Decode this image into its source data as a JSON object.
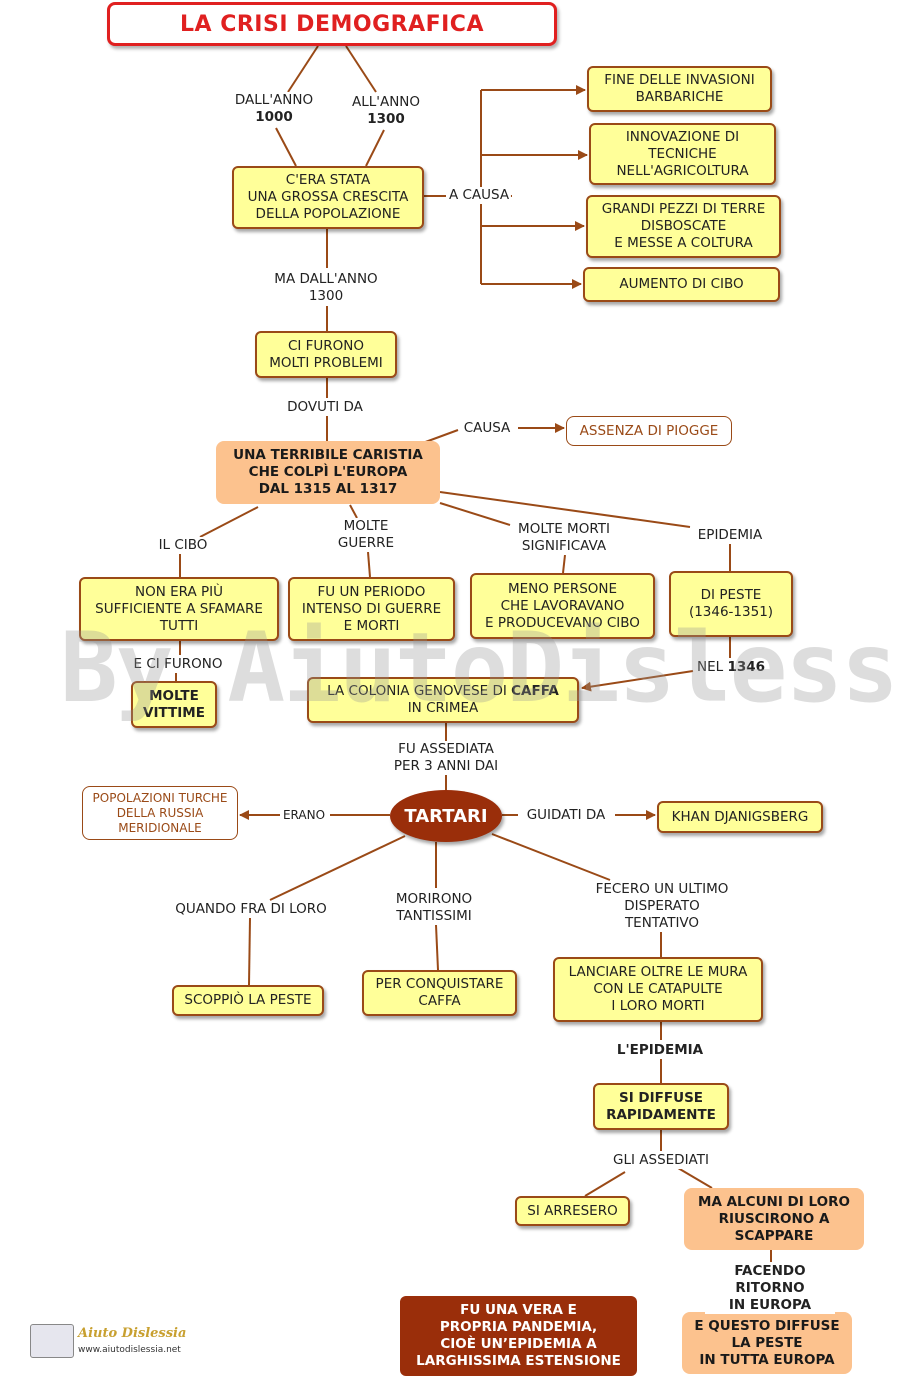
{
  "title": "LA CRISI DEMOGRAFICA",
  "nodes": {
    "crescita": "C'ERA STATA\nUNA GROSSA CRESCITA\nDELLA POPOLAZIONE",
    "invasioni": "FINE DELLE INVASIONI\nBARBARICHE",
    "innovazione": "INNOVAZIONE DI\nTECNICHE\nNELL'AGRICOLTURA",
    "terre": "GRANDI PEZZI DI TERRE\nDISBOSCATE\nE MESSE A COLTURA",
    "cibo": "AUMENTO DI CIBO",
    "problemi": "CI FURONO\nMOLTI PROBLEMI",
    "carestia": "UNA TERRIBILE CARISTIA\nCHE COLPÌ L'EUROPA\nDAL 1315 AL 1317",
    "piogge": "ASSENZA DI PIOGGE",
    "sfamare": "NON ERA PIÙ\nSUFFICIENTE A SFAMARE\nTUTTI",
    "guerre": "FU UN PERIODO\nINTENSO DI GUERRE\nE MORTI",
    "persone": "MENO PERSONE\nCHE LAVORAVANO\nE PRODUCEVANO CIBO",
    "peste_date": "DI PESTE\n(1346-1351)",
    "vittime": "MOLTE\nVITTIME",
    "caffa_prefix": "LA COLONIA GENOVESE DI ",
    "caffa_bold": "CAFFA",
    "caffa_suffix": "IN CRIMEA",
    "tartari": "TARTARI",
    "turche": "POPOLAZIONI TURCHE\nDELLA RUSSIA\nMERIDIONALE",
    "khan": "KHAN DJANIGSBERG",
    "scoppio": "SCOPPIÒ LA PESTE",
    "conquistare": "PER CONQUISTARE\nCAFFA",
    "catapulte": "LANCIARE OLTRE LE MURA\nCON LE CATAPULTE\nI LORO MORTI",
    "diffuse": "SI DIFFUSE\nRAPIDAMENTE",
    "arresero": "SI ARRESERO",
    "scappare": "MA ALCUNI DI LORO\nRIUSCIRONO A\nSCAPPARE",
    "europa": "E QUESTO DIFFUSE\nLA PESTE\nIN TUTTA EUROPA",
    "pandemia": "FU UNA VERA E\nPROPRIA PANDEMIA,\nCIOÈ UN’EPIDEMIA A\nLARGHISSIMA ESTENSIONE"
  },
  "labels": {
    "dall_prefix": "DALL'ANNO",
    "dall_year": "1000",
    "all_prefix": "ALL'ANNO",
    "all_year": "1300",
    "a_causa": "A CAUSA",
    "ma_dall": "MA DALL'ANNO\n1300",
    "dovuti": "DOVUTI DA",
    "causa": "CAUSA",
    "il_cibo": "IL CIBO",
    "molte_guerre": "MOLTE\nGUERRE",
    "molte_morti": "MOLTE MORTI\nSIGNIFICAVA",
    "epidemia": "EPIDEMIA",
    "e_ci_furono": "E CI FURONO",
    "nel_prefix": "NEL ",
    "nel_year": "1346",
    "assediata": "FU ASSEDIATA\nPER 3 ANNI DAI",
    "erano": "ERANO",
    "guidati": "GUIDATI DA",
    "quando": "QUANDO FRA DI LORO",
    "morirono": "MORIRONO\nTANTISSIMI",
    "fecero": "FECERO UN ULTIMO\nDISPERATO\nTENTATIVO",
    "l_epidemia": "L'EPIDEMIA",
    "gli_assediati": "GLI ASSEDIATI",
    "facendo": "FACENDO RITORNO\nIN EUROPA"
  },
  "watermark": "By AiutoDislessia.net",
  "logo": {
    "name": "Aiuto Dislessia",
    "url": "www.aiutodislessia.net"
  },
  "colors": {
    "line": "#9a4a17",
    "node_fill": "#ffff99",
    "accent_fill": "#fcc28e",
    "dark_fill": "#9a2e0a",
    "title": "#e02020"
  }
}
